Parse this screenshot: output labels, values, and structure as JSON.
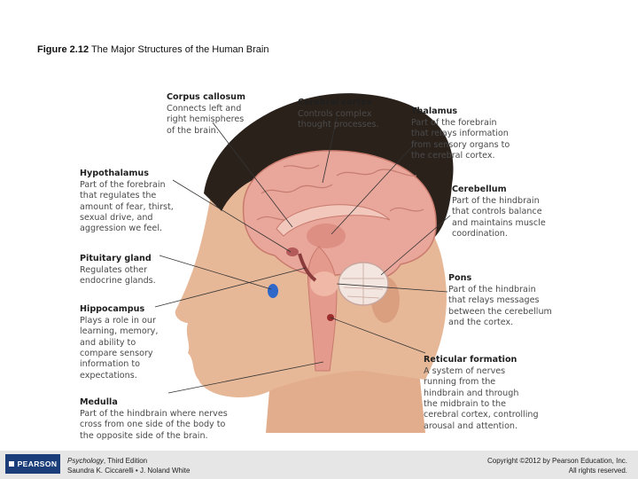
{
  "title": {
    "label": "Figure 2.12",
    "text": "The Major Structures of the Human Brain"
  },
  "labels": [
    {
      "heading": "Corpus callosum",
      "body": "Connects left and\nright hemispheres\nof the brain."
    },
    {
      "heading": "Cerebral cortex",
      "body": "Controls complex\nthought processes."
    },
    {
      "heading": "Thalamus",
      "body": "Part of the forebrain\nthat relays information\nfrom sensory organs to\nthe cerebral cortex."
    },
    {
      "heading": "Hypothalamus",
      "body": "Part of the forebrain\nthat regulates the\namount of fear, thirst,\nsexual drive, and\naggression we feel."
    },
    {
      "heading": "Cerebellum",
      "body": "Part of the hindbrain\nthat controls balance\nand maintains muscle\ncoordination."
    },
    {
      "heading": "Pituitary gland",
      "body": "Regulates other\nendocrine glands."
    },
    {
      "heading": "Pons",
      "body": "Part of the hindbrain\nthat relays messages\nbetween the cerebellum\nand the cortex."
    },
    {
      "heading": "Hippocampus",
      "body": "Plays a role in our\nlearning, memory,\nand ability to\ncompare sensory\ninformation to\nexpectations."
    },
    {
      "heading": "Reticular formation",
      "body": "A system of nerves\nrunning from the\nhindbrain and through\nthe midbrain to the\ncerebral cortex, controlling\narousal and attention."
    },
    {
      "heading": "Medulla",
      "body": "Part of the hindbrain where nerves\ncross from one side of the body to\nthe opposite side of the brain."
    }
  ],
  "footer": {
    "logo": "PEARSON",
    "book_title": "Psychology",
    "edition": ", Third Edition",
    "authors": "Saundra K. Ciccarelli • J. Noland White",
    "copyright_line1": "Copyright ©2012 by Pearson Education, Inc.",
    "copyright_line2": "All rights reserved."
  },
  "colors": {
    "logo_blue": "#1b3e7a",
    "brain": "#e9a69a",
    "skin": "#e7b898",
    "hair": "#2a211b"
  }
}
